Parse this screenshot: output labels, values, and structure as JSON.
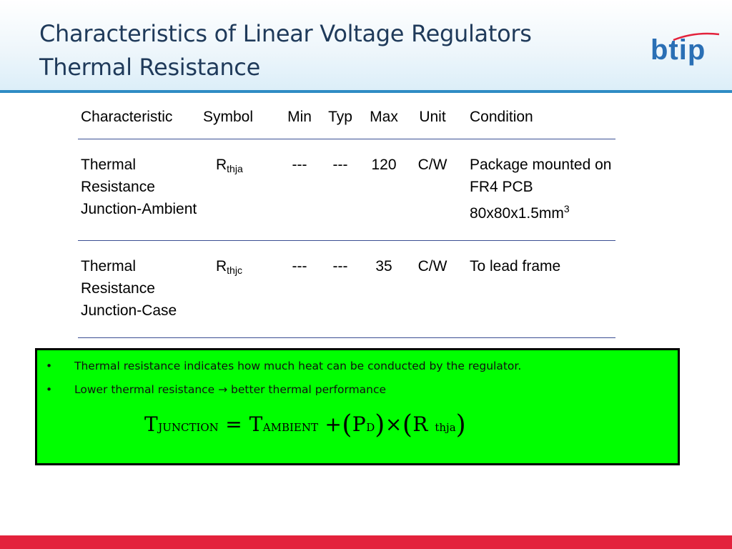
{
  "slide": {
    "title_line1": "Characteristics of Linear Voltage Regulators",
    "title_line2": "Thermal Resistance",
    "logo_text": "btip",
    "colors": {
      "accent_blue": "#2f8cc4",
      "note_bg": "#00ff00",
      "bottom_bar": "#e3223c",
      "table_rule": "#3b4f93"
    }
  },
  "table": {
    "headers": [
      "Characteristic",
      "Symbol",
      "Min",
      "Typ",
      "Max",
      "Unit",
      "Condition"
    ],
    "rows": [
      {
        "char_line1": "Thermal",
        "char_line2": "Resistance",
        "char_line3": "Junction-Ambient",
        "symbol_base": "R",
        "symbol_sub": "thja",
        "min": "---",
        "typ": "---",
        "max": "120",
        "unit": "C/W",
        "cond_line1": "Package mounted on",
        "cond_line2": "FR4 PCB",
        "cond_line3": "80x80x1.5mm",
        "cond_sup": "3"
      },
      {
        "char_line1": "Thermal",
        "char_line2": "Resistance",
        "char_line3": "Junction-Case",
        "symbol_base": "R",
        "symbol_sub": "thjc",
        "min": "---",
        "typ": "---",
        "max": "35",
        "unit": "C/W",
        "cond_line1": "To lead frame"
      }
    ]
  },
  "notes": {
    "bullet_glyph": "•",
    "items": [
      "Thermal resistance indicates how much heat can be conducted by the regulator.",
      "Lower thermal resistance → better thermal performance"
    ],
    "formula": {
      "t": "T",
      "junction_sub": "JUNCTION",
      "equals": "=",
      "ambient_sub": "AMBIENT",
      "plus": "+",
      "open": "(",
      "p": "P",
      "d_sub": "D",
      "close": ")",
      "times": "×",
      "r": "R",
      "thja_sub": "thja"
    }
  }
}
